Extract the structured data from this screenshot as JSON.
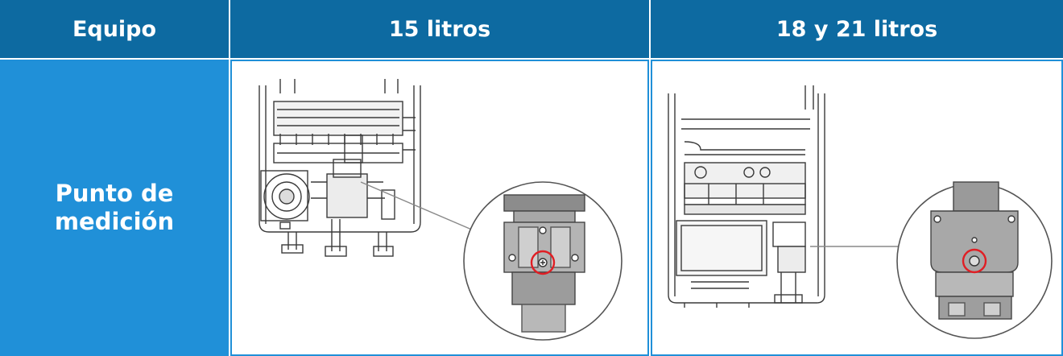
{
  "table": {
    "headers": {
      "col1": "Equipo",
      "col2": "15 litros",
      "col3": "18 y 21 litros"
    },
    "row_label_line1": "Punto de",
    "row_label_line2": "medición"
  },
  "colors": {
    "header_bg": "#0d6aa1",
    "label_bg": "#2090d8",
    "marker": "#e01e24"
  },
  "icons": {
    "diagram_15": "heater-diagram-15l",
    "diagram_18": "heater-diagram-18-21l",
    "marker": "red-circle-marker"
  }
}
